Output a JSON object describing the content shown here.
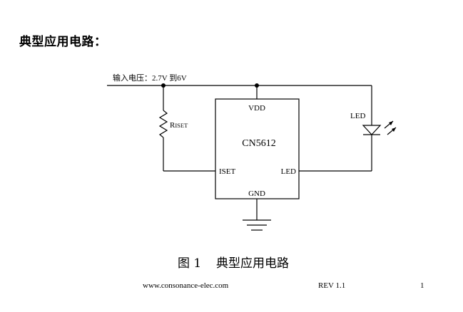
{
  "heading": "典型应用电路：",
  "schematic": {
    "input_label": "输入电压：2.7V 到6V",
    "resistor_label_main": "R",
    "resistor_label_sub": "ISET",
    "chip_name": "CN5612",
    "pin_vdd": "VDD",
    "pin_iset": "ISET",
    "pin_led": "LED",
    "pin_gnd": "GND",
    "led_label": "LED"
  },
  "caption": {
    "figure_number": "图 1",
    "figure_title": "典型应用电路"
  },
  "footer": {
    "website": "www.consonance-elec.com",
    "revision": "REV 1.1",
    "page_number": "1"
  }
}
